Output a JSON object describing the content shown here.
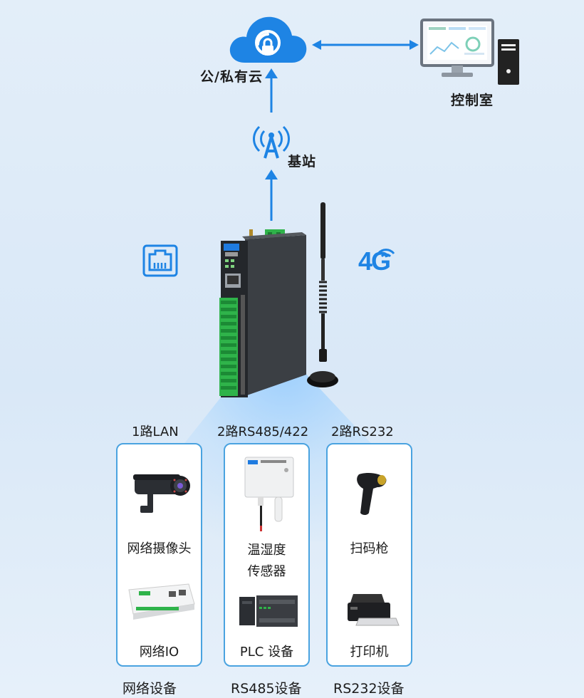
{
  "top": {
    "cloud_label": "公/私有云",
    "control_label": "控制室",
    "station_label": "基站"
  },
  "network": {
    "lan_icon": "ethernet-port-icon",
    "g4_label": "4G"
  },
  "interfaces": {
    "lan": "1路LAN",
    "rs485": "2路RS485/422",
    "rs232": "2路RS232"
  },
  "cards": [
    {
      "devices": [
        "网络摄像头",
        "网络IO"
      ],
      "category": "网络设备"
    },
    {
      "devices": [
        "温湿度\n传感器",
        "PLC 设备"
      ],
      "category": "RS485设备"
    },
    {
      "devices": [
        "扫码枪",
        "打印机"
      ],
      "category": "RS232设备"
    }
  ],
  "colors": {
    "accent": "#1a7fe0",
    "card_border": "#4aa3e0",
    "terminal_green": "#2fb34a"
  }
}
